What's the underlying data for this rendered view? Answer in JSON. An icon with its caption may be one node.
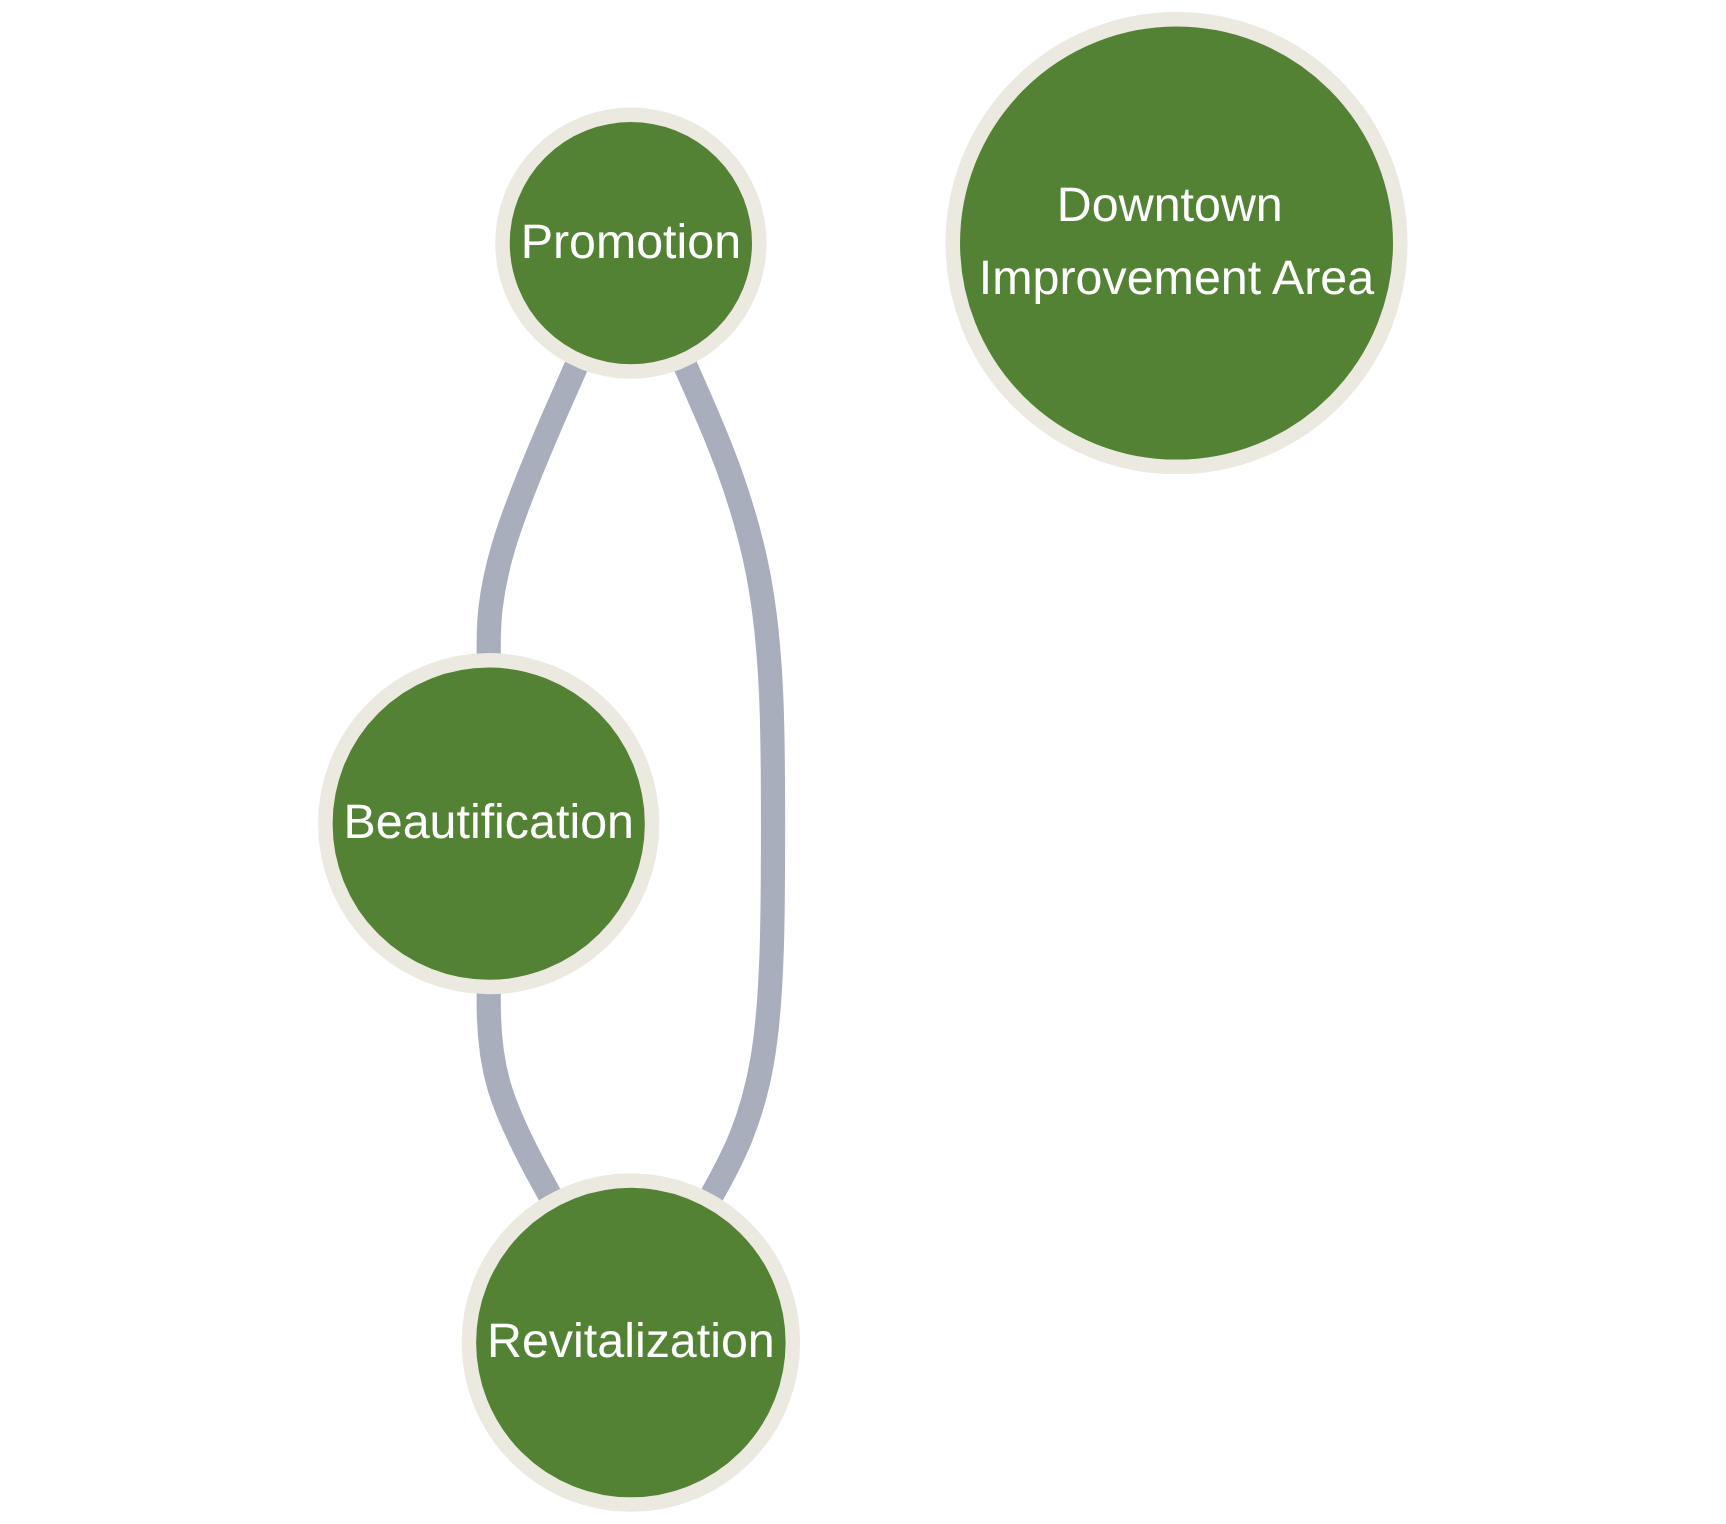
{
  "diagram": {
    "nodes": [
      {
        "text": [
          "Promotion"
        ]
      },
      {
        "text": [
          "Downtown Improvement Area"
        ]
      },
      {
        "text": [
          "Revitalization"
        ]
      },
      {
        "text": [
          "Beautification"
        ]
      }
    ],
    "edges": [
      {
        "from": 0,
        "to": 3,
        "arrow": "none"
      },
      {
        "from": 3,
        "to": 2,
        "arrow": "none"
      },
      {
        "from": 2,
        "to": 0,
        "arrow": "none"
      }
    ]
  }
}
